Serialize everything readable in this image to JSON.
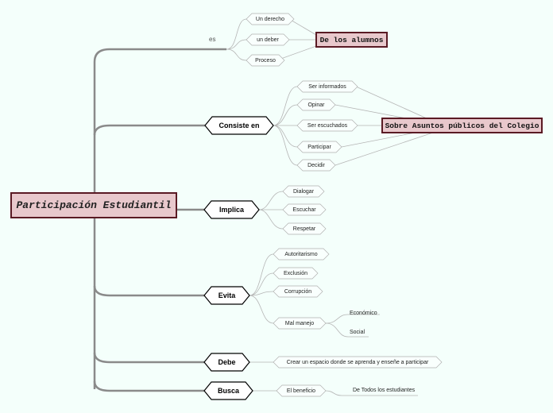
{
  "root": "Participación Estudiantil",
  "connector_es": "es",
  "branch_es": {
    "leaves": [
      "Un derecho",
      "un deber",
      "Proceso"
    ],
    "note": "De los alumnos"
  },
  "branches": [
    {
      "label": "Consiste en",
      "leaves": [
        "Ser informados",
        "Opinar",
        "Ser escuchados",
        "Participar",
        "Decidir"
      ],
      "note": "Sobre Asuntos públicos del Colegio"
    },
    {
      "label": "Implica",
      "leaves": [
        "Dialogar",
        "Escuchar",
        "Respetar"
      ]
    },
    {
      "label": "Evita",
      "leaves": [
        "Autoritarismo",
        "Exclusión",
        "Corrupción",
        "Mal manejo"
      ],
      "sub": [
        "Económico",
        "Social"
      ]
    },
    {
      "label": "Debe",
      "leaves": [
        "Crear un espacio donde se aprenda y enseñe a participar"
      ]
    },
    {
      "label": "Busca",
      "leaves": [
        "El beneficio"
      ],
      "sub": [
        "De Todos los estudiantes"
      ]
    }
  ],
  "colors": {
    "background": "#f4fffb",
    "highlight": "#e8c8cc",
    "highlight_border": "#5a1a24",
    "line": "#8a8a8a"
  }
}
